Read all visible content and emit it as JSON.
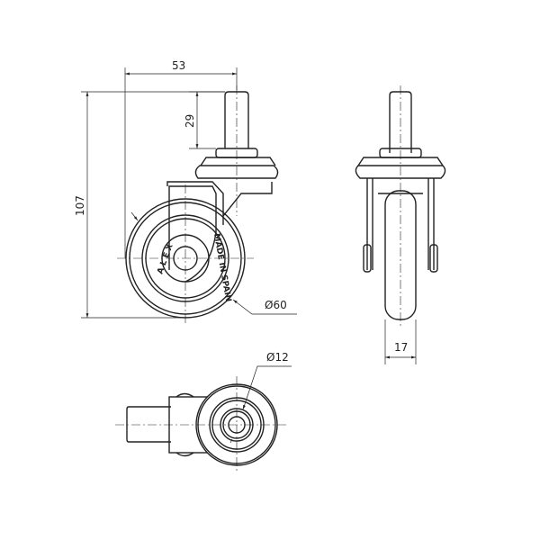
{
  "dimensions": {
    "offset_width": "53",
    "stem_height": "29",
    "total_height": "107",
    "wheel_diameter": "Ø60",
    "wheel_width": "17",
    "hole_diameter": "Ø12"
  },
  "wheel_emboss": {
    "brand": "ALEX",
    "origin": "MADE IN SPAIN"
  },
  "colors": {
    "line": "#222222",
    "background": "#ffffff"
  }
}
